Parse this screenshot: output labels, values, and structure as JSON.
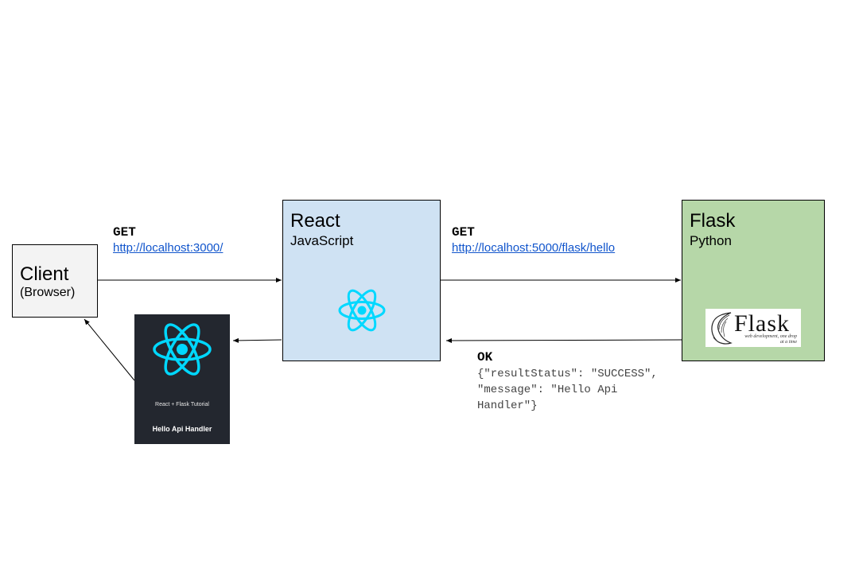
{
  "client": {
    "title": "Client",
    "subtitle": "(Browser)"
  },
  "react": {
    "title": "React",
    "subtitle": "JavaScript"
  },
  "flask": {
    "title": "Flask",
    "subtitle": "Python",
    "logo_word": "Flask",
    "logo_tagline": "web development, one drop at a time"
  },
  "request_client_react": {
    "method": "GET",
    "url": "http://localhost:3000/"
  },
  "request_react_flask": {
    "method": "GET",
    "url": "http://localhost:5000/flask/hello"
  },
  "response_flask_react": {
    "status": "OK",
    "body": "{\"resultStatus\": \"SUCCESS\",\n\"message\": \"Hello Api\nHandler\"}"
  },
  "tutorial_card": {
    "subtitle": "React + Flask Tutorial",
    "title": "Hello Api Handler"
  },
  "colors": {
    "client_fill": "#f3f3f3",
    "react_fill": "#cfe2f3",
    "flask_fill": "#b6d7a8",
    "react_logo": "#00d8ff",
    "card_bg": "#23272f",
    "link": "#1155cc"
  },
  "icons": [
    "react-logo-icon",
    "flask-logo-icon"
  ]
}
